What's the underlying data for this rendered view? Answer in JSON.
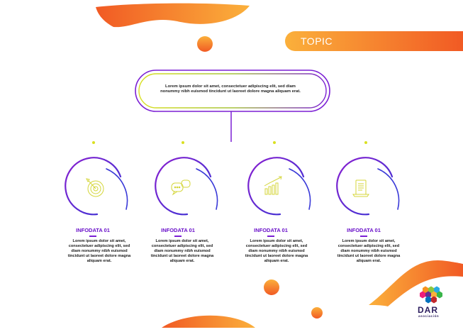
{
  "header": {
    "topic": "TOPIC"
  },
  "main_box": {
    "text": "Lorem ipsum dolor sit amet, consectetuer adipiscing elit, sed diam nonummy nibh euismod tincidunt ut laoreet dolore magna aliquam erat."
  },
  "infos": [
    {
      "title": "INFODATA 01",
      "text": "Lorem ipsum dolor sit amet, consectetuer adipiscing elit, sed diam nonummy nibh euismod tincidunt ut laoreet dolore magna aliquam erat.",
      "icon": "target-icon"
    },
    {
      "title": "INFODATA 01",
      "text": "Lorem ipsum dolor sit amet, consectetuer adipiscing elit, sed diam nonummy nibh euismod tincidunt ut laoreet dolore magna aliquam erat.",
      "icon": "chat-icon"
    },
    {
      "title": "INFODATA 01",
      "text": "Lorem ipsum dolor sit amet, consectetuer adipiscing elit, sed diam nonummy nibh euismod tincidunt ut laoreet dolore magna aliquam erat.",
      "icon": "bar-chart-icon"
    },
    {
      "title": "INFODATA 01",
      "text": "Lorem ipsum dolor sit amet, consectetuer adipiscing elit, sed diam nonummy nibh euismod tincidunt ut laoreet dolore magna aliquam erat.",
      "icon": "document-icon"
    }
  ],
  "logo": {
    "name": "DAR",
    "sub": "asociación"
  },
  "colors": {
    "orange_light": "#fbb03b",
    "orange_dark": "#f15a24",
    "purple": "#7b1fd4",
    "blue": "#3a3ad8",
    "yellow": "#d9e021"
  }
}
